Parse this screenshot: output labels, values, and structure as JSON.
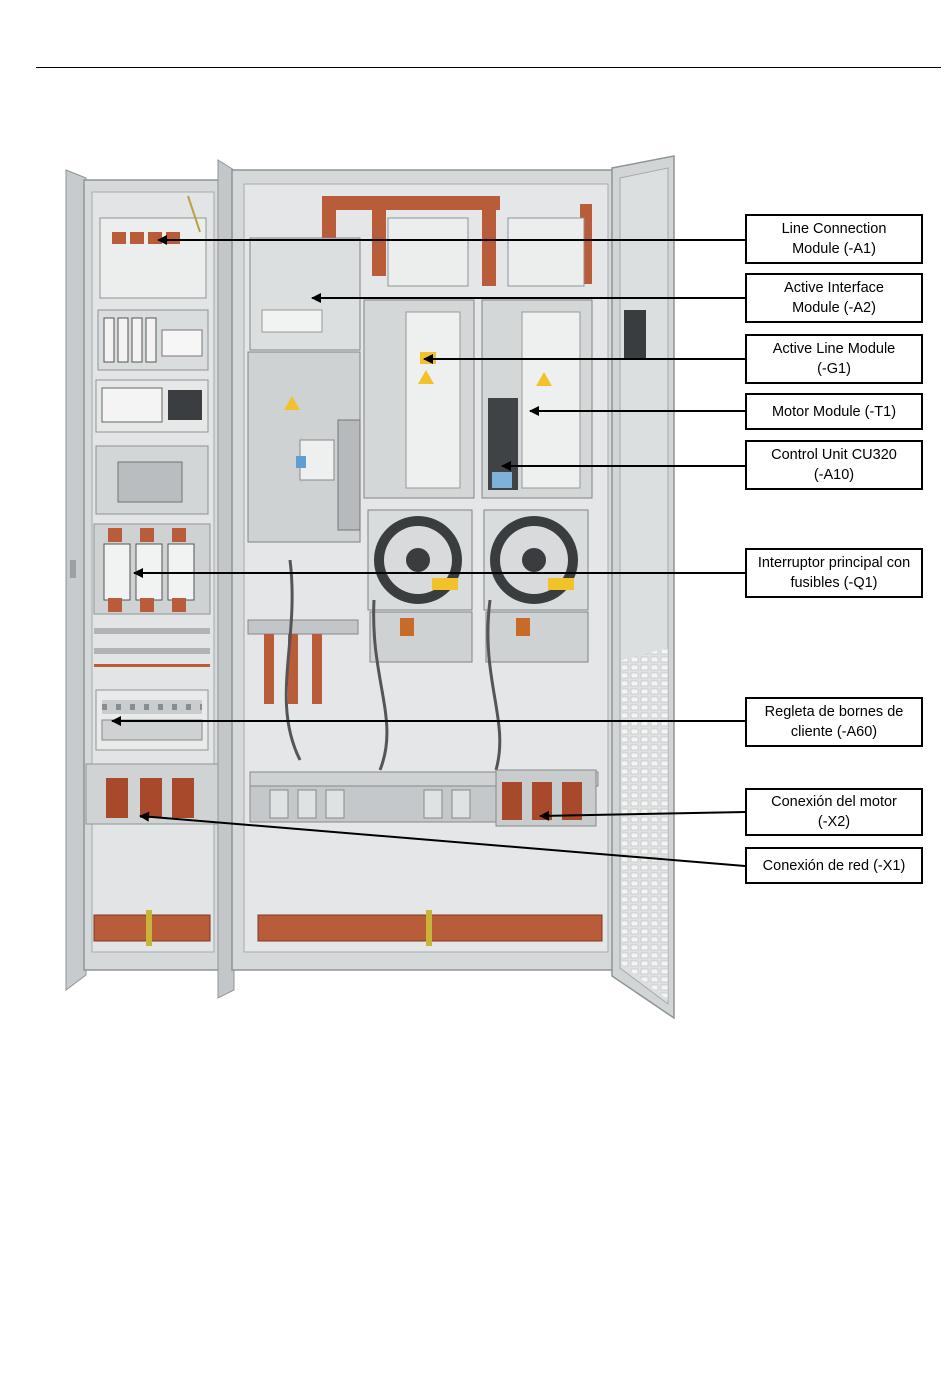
{
  "colors": {
    "cabinet_frame": "#cfd3d4",
    "cabinet_interior": "#e3e5e6",
    "busbar_copper": "#b85c3a",
    "terminal_copper": "#a8492b",
    "fan_dark": "#3a3d40",
    "arrow": "#000000"
  },
  "callouts": [
    {
      "label": "Line Connection\nModule (-A1)"
    },
    {
      "label": "Active Interface\nModule (-A2)"
    },
    {
      "label": "Active Line Module\n(-G1)"
    },
    {
      "label": "Motor Module (-T1)"
    },
    {
      "label": "Control Unit CU320\n(-A10)"
    },
    {
      "label": "Interruptor principal con\nfusibles (-Q1)"
    },
    {
      "label": "Regleta de bornes de\ncliente (-A60)"
    },
    {
      "label": "Conexión del motor\n(-X2)"
    },
    {
      "label": "Conexión de red (-X1)"
    }
  ]
}
